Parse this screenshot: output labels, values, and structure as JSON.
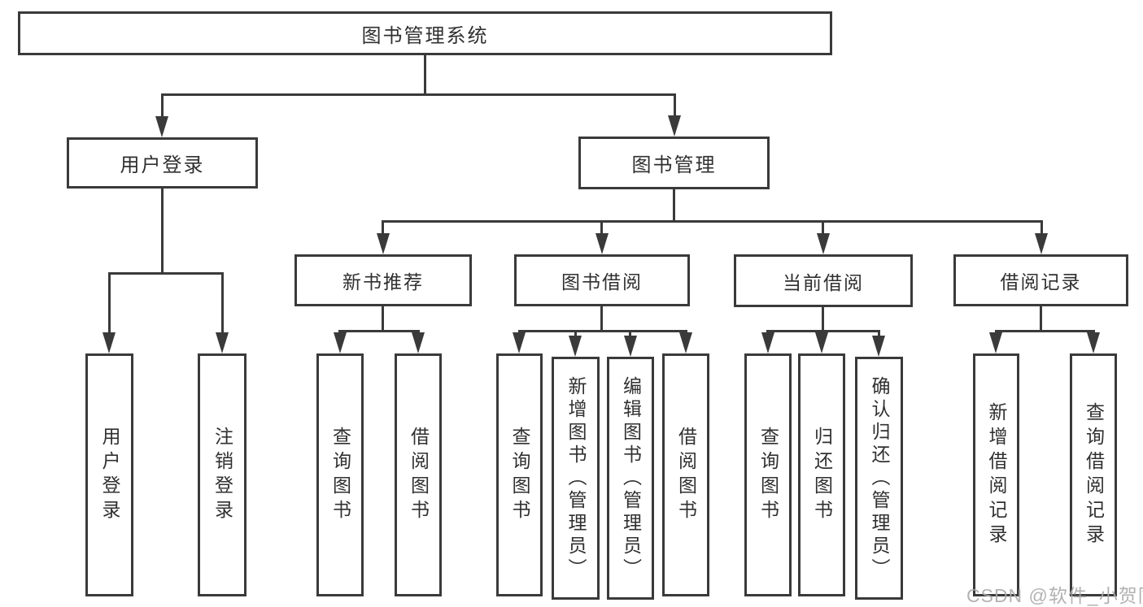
{
  "tree": {
    "root": {
      "label": "图书管理系统"
    },
    "branches": [
      {
        "label": "用户登录",
        "leaves": [
          "用户登录",
          "注销登录"
        ]
      },
      {
        "label": "图书管理",
        "groups": [
          {
            "label": "新书推荐",
            "leaves": [
              "查询图书",
              "借阅图书"
            ]
          },
          {
            "label": "图书借阅",
            "leaves": [
              "查询图书",
              "新增图书（管理员）",
              "编辑图书（管理员）",
              "借阅图书"
            ]
          },
          {
            "label": "当前借阅",
            "leaves": [
              "查询图书",
              "归还图书",
              "确认归还（管理员）"
            ]
          },
          {
            "label": "借阅记录",
            "leaves": [
              "新增借阅记录",
              "查询借阅记录"
            ]
          }
        ]
      }
    ]
  },
  "watermark": {
    "text": "CSDN @软件_小贺同学"
  },
  "colors": {
    "line": "#3a3a3a",
    "text": "#303030",
    "watermark": "#aaaaaa",
    "background": "#ffffff"
  }
}
